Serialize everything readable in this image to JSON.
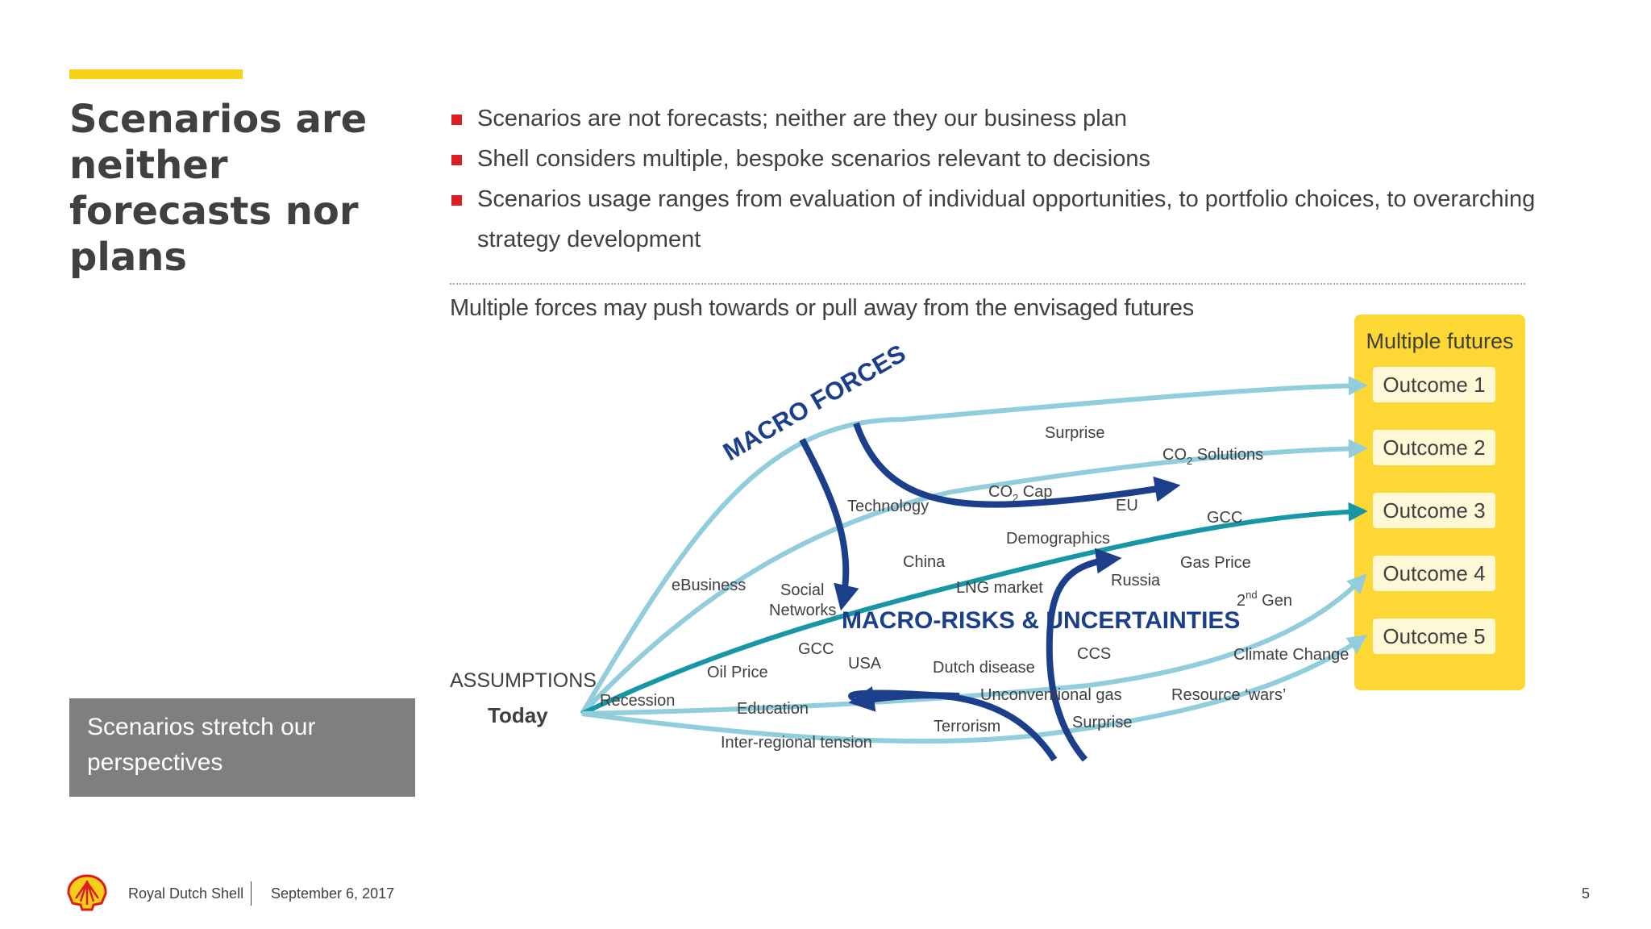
{
  "slide": {
    "title": "Scenarios are neither forecasts nor plans",
    "callout": "Scenarios stretch our perspectives",
    "bullets": [
      "Scenarios are not forecasts; neither are they our business plan",
      "Shell considers multiple, bespoke scenarios relevant to decisions",
      "Scenarios usage ranges from evaluation of individual opportunities, to portfolio choices, to overarching strategy development"
    ],
    "subheading": "Multiple forces may push towards or pull away from the envisaged futures"
  },
  "diagram": {
    "assumptions_label": "ASSUMPTIONS",
    "today_label": "Today",
    "macro_forces_label": "MACRO FORCES",
    "macro_risks_label": "MACRO-RISKS & UNCERTAINTIES",
    "futures_title": "Multiple futures",
    "outcomes": [
      "Outcome 1",
      "Outcome 2",
      "Outcome 3",
      "Outcome 4",
      "Outcome 5"
    ],
    "forces": {
      "surprise_top": "Surprise",
      "co2_solutions_prefix": "CO",
      "co2_solutions_sub": "2",
      "co2_solutions_suffix": " Solutions",
      "technology": "Technology",
      "co2_cap_prefix": "CO",
      "co2_cap_sub": "2",
      "co2_cap_suffix": " Cap",
      "eu": "EU",
      "gcc_right": "GCC",
      "demographics": "Demographics",
      "china": "China",
      "gas_price": "Gas Price",
      "ebusiness": "eBusiness",
      "social": "Social",
      "networks": "Networks",
      "lng_market": "LNG market",
      "russia": "Russia",
      "second_gen_prefix": "2",
      "second_gen_sup": "nd",
      "second_gen_suffix": " Gen",
      "gcc_left": "GCC",
      "usa": "USA",
      "ccs": "CCS",
      "climate_change": "Climate Change",
      "oil_price": "Oil Price",
      "dutch_disease": "Dutch disease",
      "recession": "Recession",
      "unconventional_gas": "Unconventional gas",
      "resource_wars": "Resource ‘wars’",
      "education": "Education",
      "terrorism": "Terrorism",
      "surprise_bottom": "Surprise",
      "inter_regional": "Inter-regional tension"
    }
  },
  "footer": {
    "company": "Royal Dutch Shell",
    "date": "September 6, 2017",
    "page": "5"
  },
  "colors": {
    "accent_yellow": "#f7d117",
    "futures_panel": "#fdd835",
    "outcome_box": "#fff8d6",
    "light_arrow": "#92cddc",
    "teal_arrow": "#1797a6",
    "navy_arrow": "#1b3f8b",
    "bullet_red": "#dd1d21",
    "callout_grey": "#7f7f7f"
  }
}
